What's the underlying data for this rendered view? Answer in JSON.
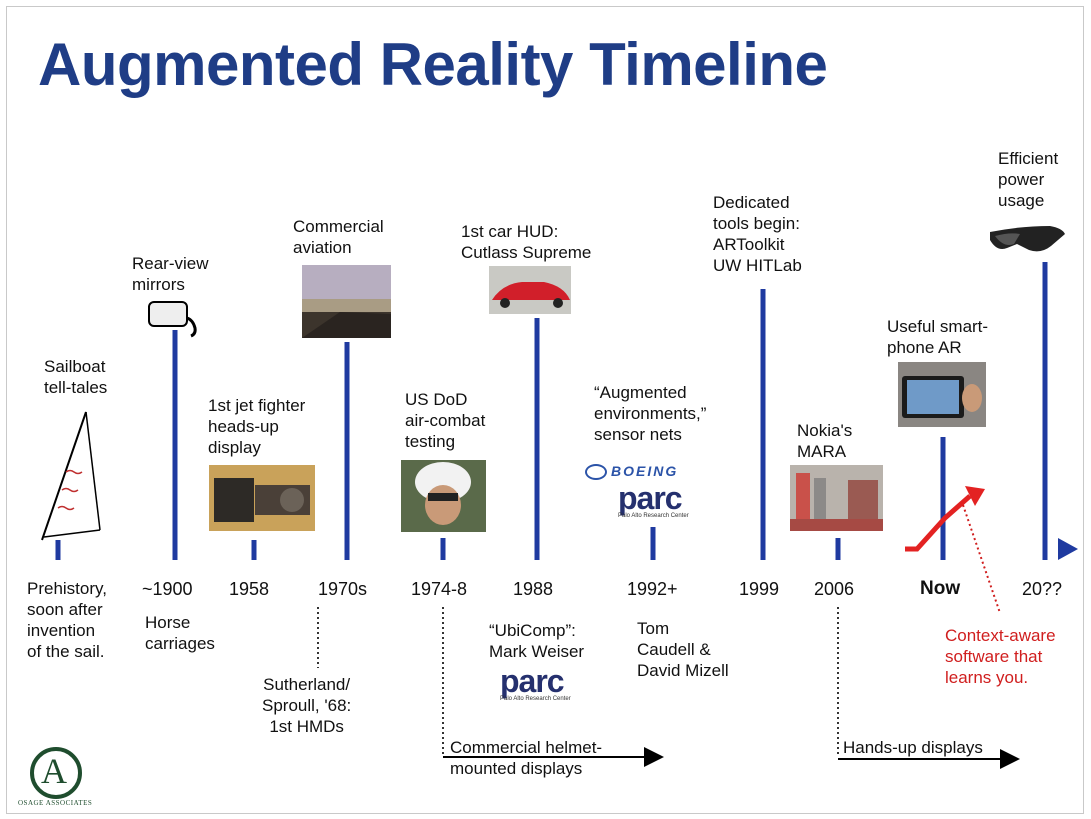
{
  "title": "Augmented Reality Timeline",
  "colors": {
    "title": "#1f3d86",
    "axis": "#1f3aa0",
    "highlight": "#e32222"
  },
  "years": {
    "prehistory": "Prehistory,\nsoon after\ninvention\nof the sail.",
    "y1900": "~1900",
    "y1958": "1958",
    "y1970s": "1970s",
    "y1974": "1974-8",
    "y1988": "1988",
    "y1992": "1992+",
    "y1999": "1999",
    "y2006": "2006",
    "now": "Now",
    "future": "20??"
  },
  "events": {
    "sailboat": "Sailboat\ntell-tales",
    "rearview": "Rear-view\nmirrors",
    "jet": "1st jet fighter\nheads-up\ndisplay",
    "aviation": "Commercial\naviation",
    "dod": "US DoD\nair-combat\ntesting",
    "carhud": "1st car HUD:\nCutlass Supreme",
    "augmented": "“Augmented\nenvironments,”\nsensor nets",
    "tools": "Dedicated\ntools begin:\nARToolkit\nUW HITLab",
    "nokia": "Nokia's\nMARA",
    "smartphone": "Useful smart-\nphone AR",
    "efficient": "Efficient\npower\nusage"
  },
  "below": {
    "horse": "Horse\ncarriages",
    "sutherland": "Sutherland/\nSproull, '68:\n1st HMDs",
    "ubicomp": "“UbiComp”:\nMark Weiser",
    "caudell": "Tom\nCaudell &\nDavid Mizell",
    "context": "Context-aware\nsoftware that\nlearns you.",
    "helmet": "Commercial helmet-\nmounted displays",
    "handsup": "Hands-up displays"
  },
  "logos": {
    "boeing": "BOEING",
    "parc": "parc",
    "parc_sub": "Palo Alto Research Center",
    "osage_letter": "A",
    "osage_name": "OSAGE ASSOCIATES"
  }
}
